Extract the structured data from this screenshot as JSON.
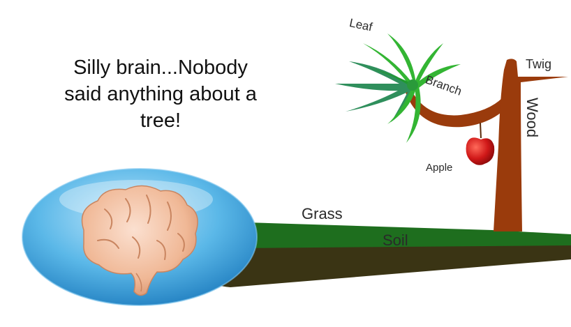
{
  "caption": {
    "line1": "Silly brain...Nobody",
    "line2": "said anything about a",
    "line3": "tree!"
  },
  "labels": {
    "leaf": "Leaf",
    "twig": "Twig",
    "branch": "Branch",
    "wood": "Wood",
    "apple": "Apple",
    "grass": "Grass",
    "soil": "Soil"
  },
  "colors": {
    "grass": "#1e6e1e",
    "soil": "#3a3414",
    "trunk": "#9a3b0c",
    "leaf_light": "#33b533",
    "leaf_dark": "#2f8f5c",
    "apple": "#d01818",
    "bubble": "#2f9ad6",
    "brain": "#f2c2a6"
  }
}
